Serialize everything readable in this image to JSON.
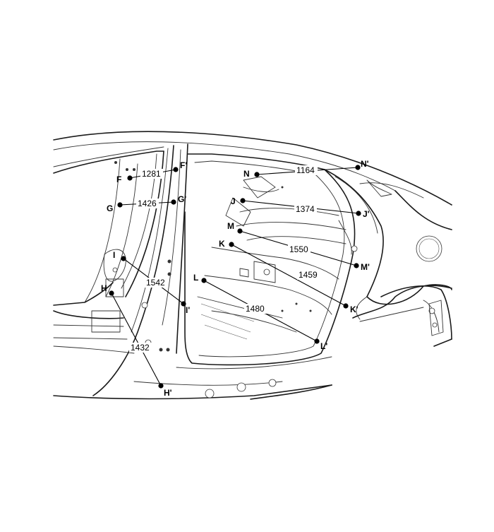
{
  "points": {
    "F": "F",
    "F_prime": "F'",
    "G": "G",
    "G_prime": "G'",
    "H": "H",
    "H_prime": "H'",
    "I": "I",
    "I_prime": "I'",
    "J": "J",
    "J_prime": "J'",
    "K": "K",
    "K_prime": "K'",
    "L": "L",
    "L_prime": "L'",
    "M": "M",
    "M_prime": "M'",
    "N": "N",
    "N_prime": "N'"
  },
  "dimensions": {
    "FF": "1281",
    "GG": "1426",
    "HH": "1432",
    "II": "1542",
    "JJ": "1374",
    "KK": "1459",
    "LL": "1480",
    "MM": "1550",
    "NN": "1164"
  }
}
